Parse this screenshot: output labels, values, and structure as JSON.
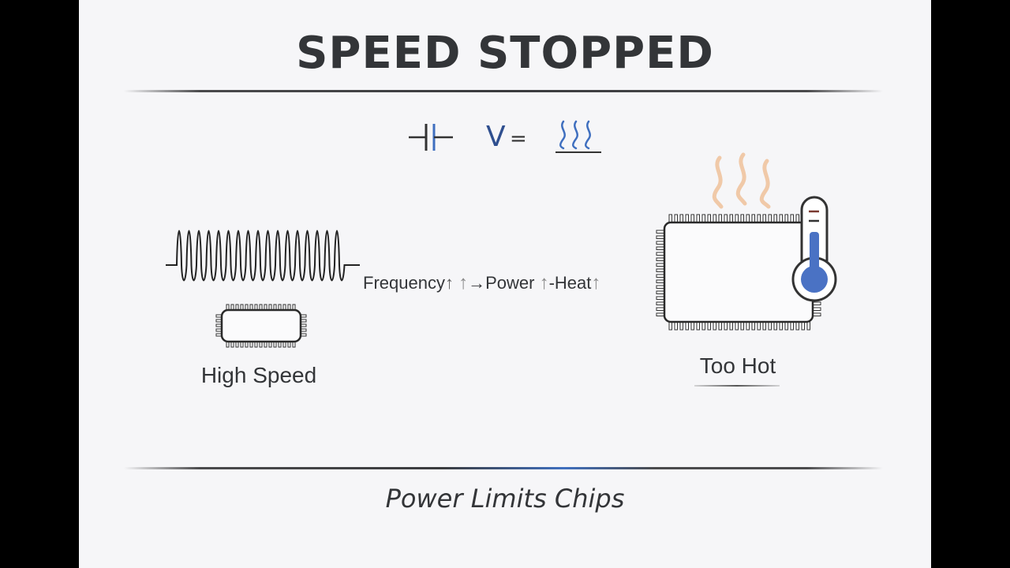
{
  "title": "SPEED STOPPED",
  "formula": {
    "v_label": "V",
    "equals": "="
  },
  "chain": {
    "frequency": "Frequency",
    "power": "Power",
    "heat": "Heat",
    "up_arrow": "↑",
    "right_arrow": "→",
    "dash": "-"
  },
  "left_label": "High Speed",
  "right_label": "Too Hot",
  "footer": "Power Limits Chips",
  "colors": {
    "background": "#f6f6f8",
    "text": "#333538",
    "accent_blue": "#3f6fbf",
    "heat_waves": "#f0c9a8"
  }
}
